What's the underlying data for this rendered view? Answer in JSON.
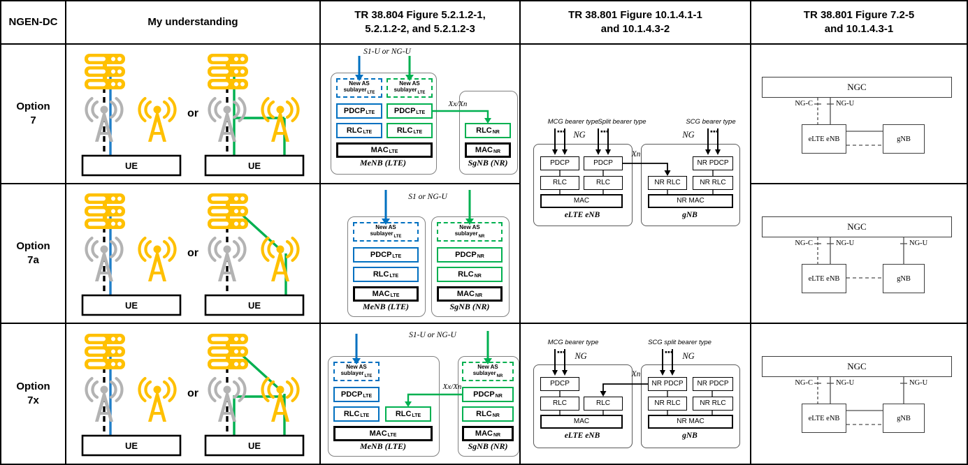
{
  "header": {
    "c0": "NGEN-DC",
    "c1": "My understanding",
    "c2": "TR 38.804 Figure 5.2.1.2-1,\n5.2.1.2-2, and 5.2.1.2-3",
    "c3": "TR 38.801 Figure 10.1.4.1-1\nand 10.1.4.3-2",
    "c4": "TR 38.801 Figure 7.2-5\nand 10.1.4.3-1"
  },
  "rows": {
    "r7": "Option\n7",
    "r7a": "Option\n7a",
    "r7x": "Option\n7x"
  },
  "pict": {
    "or": "or",
    "ue": "UE"
  },
  "f804": {
    "top7": "S1-U or NG-U",
    "top7a": "S1 or NG-U",
    "top7x": "S1-U or NG-U",
    "xx": "Xx/Xn",
    "newas1": "New AS",
    "newas2": "sublayer",
    "pdcp": "PDCP",
    "rlc": "RLC",
    "mac": "MAC",
    "lte": "LTE",
    "nr": "NR",
    "menb": "MeNB (LTE)",
    "sgnb": "SgNB (NR)"
  },
  "f801": {
    "mcg": "MCG bearer type",
    "split": "Split bearer type",
    "scg": "SCG bearer type",
    "scg_split": "SCG split bearer type",
    "ng": "NG",
    "xn": "Xn",
    "pdcp": "PDCP",
    "rlc": "RLC",
    "mac": "MAC",
    "nr_pdcp": "NR PDCP",
    "nr_rlc": "NR RLC",
    "nr_mac": "NR MAC",
    "elte": "eLTE eNB",
    "gnb": "gNB"
  },
  "arch": {
    "ngc": "NGC",
    "ngc_if": "NG-C",
    "ngu_if": "NG-U",
    "elte": "eLTE eNB",
    "gnb": "gNB"
  },
  "colors": {
    "blue": "#0070C0",
    "line_blue": "#1F7EC8",
    "green": "#00B050",
    "yellow": "#FFC000",
    "gray": "#B3B3B3"
  }
}
